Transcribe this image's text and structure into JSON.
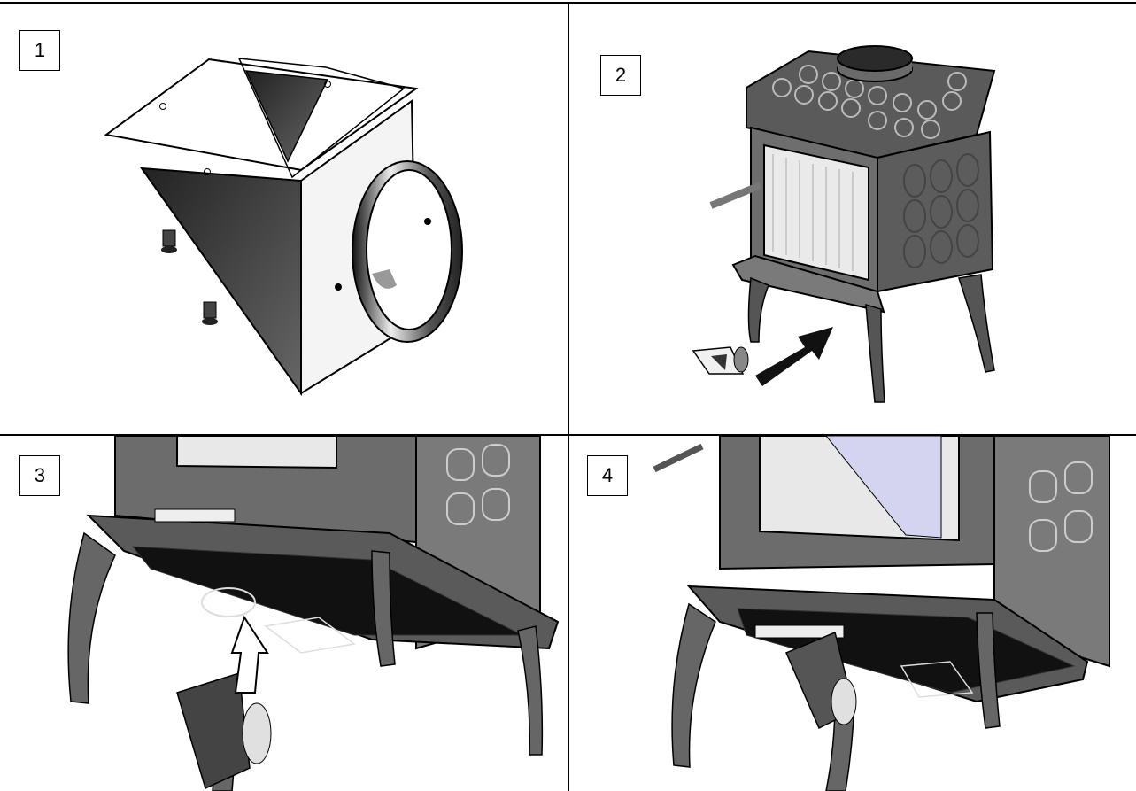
{
  "steps": [
    {
      "number": "1",
      "illustration": "hood-kit-icon"
    },
    {
      "number": "2",
      "illustration": "stove-install-icon"
    },
    {
      "number": "3",
      "illustration": "underside-insert-icon"
    },
    {
      "number": "4",
      "illustration": "underside-installed-icon"
    }
  ],
  "colors": {
    "border": "#000000",
    "metal_dark": "#3a3a3a",
    "metal_mid": "#7a7a7a",
    "metal_light": "#d8d8d8",
    "arrow": "#111111"
  }
}
